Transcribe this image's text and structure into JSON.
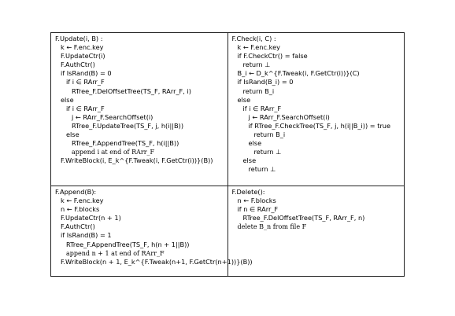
{
  "update": [
    {
      "indent": 0,
      "text": "F.Update(i, B) :"
    },
    {
      "indent": 1,
      "text": "k ← F.enc.key"
    },
    {
      "indent": 1,
      "text": "F.UpdateCtr(i)"
    },
    {
      "indent": 1,
      "text": "F.AuthCtr()"
    },
    {
      "indent": 1,
      "text": "if IsRand(B) = 0"
    },
    {
      "indent": 2,
      "text": "if i ∈ RArr_F"
    },
    {
      "indent": 3,
      "text": "RTree_F.DelOffsetTree(TS_F, RArr_F, i)"
    },
    {
      "indent": 1,
      "text": "else"
    },
    {
      "indent": 2,
      "text": "if i ∈ RArr_F"
    },
    {
      "indent": 3,
      "text": "j ← RArr_F.SearchOffset(i)"
    },
    {
      "indent": 3,
      "text": "RTree_F.UpdateTree(TS_F, j, h(i||B))"
    },
    {
      "indent": 2,
      "text": "else"
    },
    {
      "indent": 3,
      "text": "RTree_F.AppendTree(TS_F, h(i||B))"
    },
    {
      "indent": 3,
      "text": "append i at end of RArr_F",
      "serif": true
    },
    {
      "indent": 1,
      "text": "F.WriteBlock(i, E_k^{F.Tweak(i, F.GetCtr(i))}(B))"
    }
  ],
  "check": [
    {
      "indent": 0,
      "text": "F.Check(i, C) :"
    },
    {
      "indent": 1,
      "text": "k ← F.enc.key"
    },
    {
      "indent": 1,
      "text": "if F.CheckCtr() = false"
    },
    {
      "indent": 2,
      "text": "return ⊥"
    },
    {
      "indent": 1,
      "text": "B_i ← D_k^{F.Tweak(i, F.GetCtr(i))}(C)"
    },
    {
      "indent": 1,
      "text": "if IsRand(B_i) = 0"
    },
    {
      "indent": 2,
      "text": "return B_i"
    },
    {
      "indent": 1,
      "text": "else"
    },
    {
      "indent": 2,
      "text": "if i ∈ RArr_F"
    },
    {
      "indent": 3,
      "text": "j ← RArr_F.SearchOffset(i)"
    },
    {
      "indent": 3,
      "text": "if RTree_F.CheckTree(TS_F, j, h(i||B_i)) = true"
    },
    {
      "indent": 4,
      "text": "return B_i"
    },
    {
      "indent": 3,
      "text": "else"
    },
    {
      "indent": 4,
      "text": "return ⊥"
    },
    {
      "indent": 2,
      "text": "else"
    },
    {
      "indent": 3,
      "text": "return ⊥"
    }
  ],
  "append": [
    {
      "indent": 0,
      "text": "F.Append(B):"
    },
    {
      "indent": 1,
      "text": "k ← F.enc.key"
    },
    {
      "indent": 1,
      "text": "n ← F.blocks"
    },
    {
      "indent": 1,
      "text": "F.UpdateCtr(n + 1)"
    },
    {
      "indent": 1,
      "text": "F.AuthCtr()"
    },
    {
      "indent": 1,
      "text": "if IsRand(B) = 1"
    },
    {
      "indent": 2,
      "text": "RTree_F.AppendTree(TS_F, h(n + 1||B))"
    },
    {
      "indent": 2,
      "text": "append n + 1 at end of RArr_F",
      "serif": true
    },
    {
      "indent": 1,
      "text": "F.WriteBlock(n + 1, E_k^{F.Tweak(n+1, F.GetCtr(n+1))}(B))"
    }
  ],
  "delete": [
    {
      "indent": 0,
      "text": "F.Delete():"
    },
    {
      "indent": 1,
      "text": "n ← F.blocks"
    },
    {
      "indent": 1,
      "text": "if n ∈ RArr_F"
    },
    {
      "indent": 2,
      "text": "RTree_F.DelOffsetTree(TS_F, RArr_F, n)"
    },
    {
      "indent": 1,
      "text": "delete B_n from file F",
      "serif": true
    }
  ]
}
